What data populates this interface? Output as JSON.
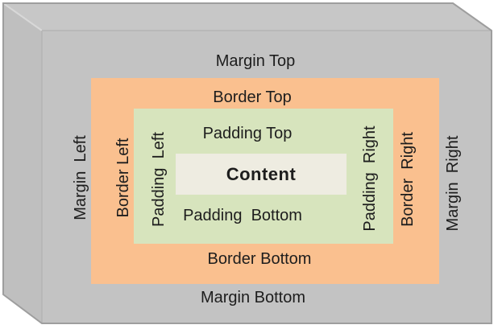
{
  "labels": {
    "margin_top": "Margin Top",
    "border_top": "Border Top",
    "padding_top": "Padding Top",
    "content": "Content",
    "padding_bottom": "Padding  Bottom",
    "border_bottom": "Border Bottom",
    "margin_bottom": "Margin Bottom",
    "margin_left": "Margin  Left",
    "border_left": "Border Left",
    "padding_left": "Padding  Left",
    "padding_right": "Padding  Right",
    "border_right": "Border  Right",
    "margin_right": "Margin  Right"
  },
  "colors": {
    "margin_front_face": "#c3c3c3",
    "margin_top_face": "#c7c7c7",
    "margin_left_face": "#bfbfbf",
    "bevel_highlight": "#d8d8d8",
    "seam": "#b4b4b4",
    "outline": "#9e9e9e",
    "border": "#fac08f",
    "padding": "#d7e4bd",
    "content": "#eeece1",
    "text": "#1d1d1d"
  }
}
